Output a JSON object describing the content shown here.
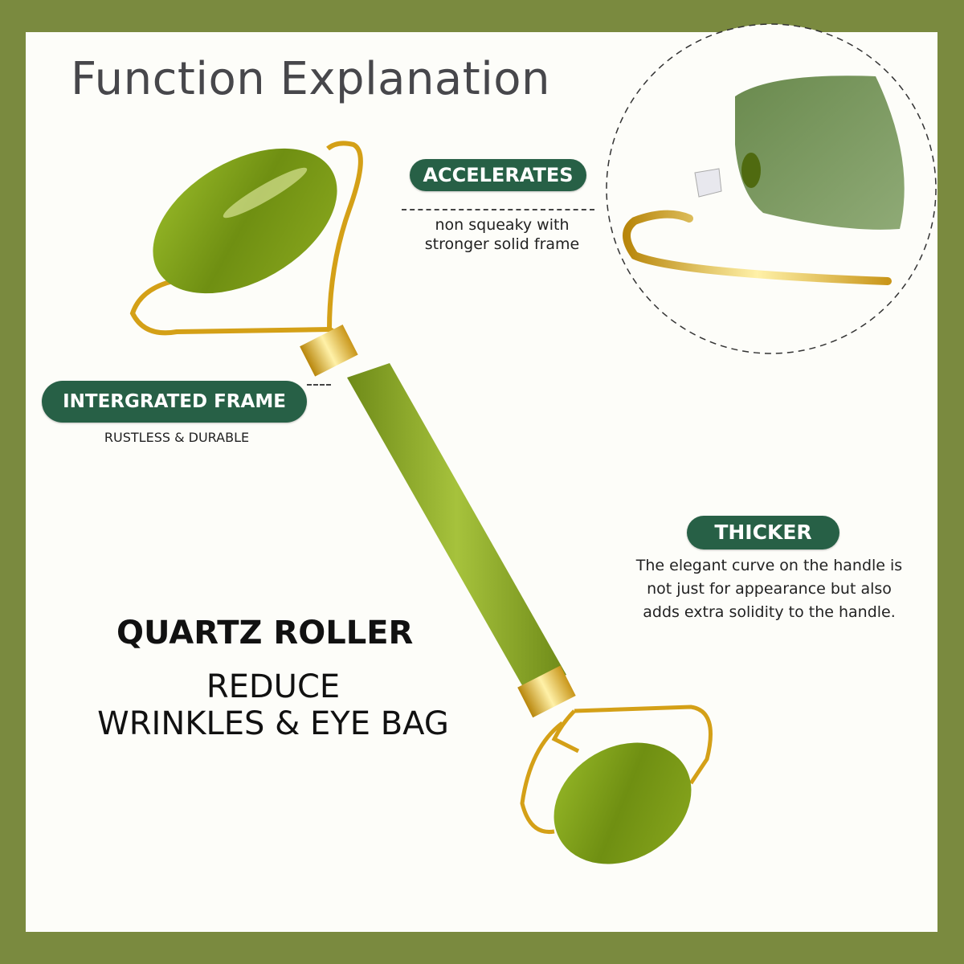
{
  "title": "Function Explanation",
  "colors": {
    "border": "#7a8a3f",
    "panel": "#fdfdf9",
    "pill": "#276046",
    "jade": "#7a9a1c",
    "gold": "#d4a017"
  },
  "callouts": [
    {
      "label": "ACCELERATES",
      "description_lines": [
        "non squeaky with",
        "stronger solid frame"
      ]
    },
    {
      "label": "INTERGRATED FRAME",
      "description_lines": [
        "RUSTLESS & DURABLE"
      ]
    },
    {
      "label": "THICKER",
      "description_lines": [
        "The elegant curve on the handle is",
        "not just for appearance but also",
        "adds extra solidity to the handle."
      ]
    }
  ],
  "headline": {
    "product": "QUARTZ ROLLER",
    "benefit_line1": "REDUCE",
    "benefit_line2": "WRINKLES & EYE BAG"
  },
  "icons": [
    "jade-roller-image",
    "detail-zoom-circle-image"
  ]
}
